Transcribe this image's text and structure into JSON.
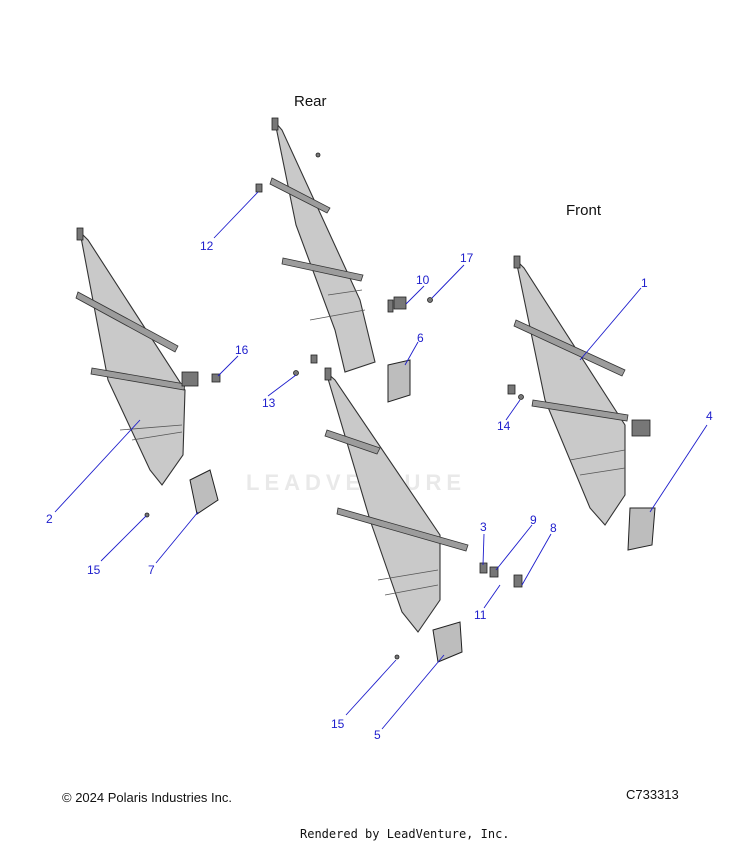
{
  "labels": {
    "rear": "Rear",
    "front": "Front"
  },
  "callouts": {
    "c1": "1",
    "c2": "2",
    "c3": "3",
    "c4": "4",
    "c5": "5",
    "c6": "6",
    "c7": "7",
    "c8": "8",
    "c9": "9",
    "c10": "10",
    "c11": "11",
    "c12": "12",
    "c13": "13",
    "c14": "14",
    "c15a": "15",
    "c15b": "15",
    "c16": "16",
    "c17": "17"
  },
  "footer": {
    "copyright": "© 2024 Polaris Industries Inc.",
    "diagram_code": "C733313",
    "rendered_by": "Rendered by LeadVenture, Inc."
  },
  "watermark": "LEADVENTURE",
  "colors": {
    "callout": "#1d1dcc",
    "panel_fill": "#c9c9c9",
    "line": "#333333"
  }
}
